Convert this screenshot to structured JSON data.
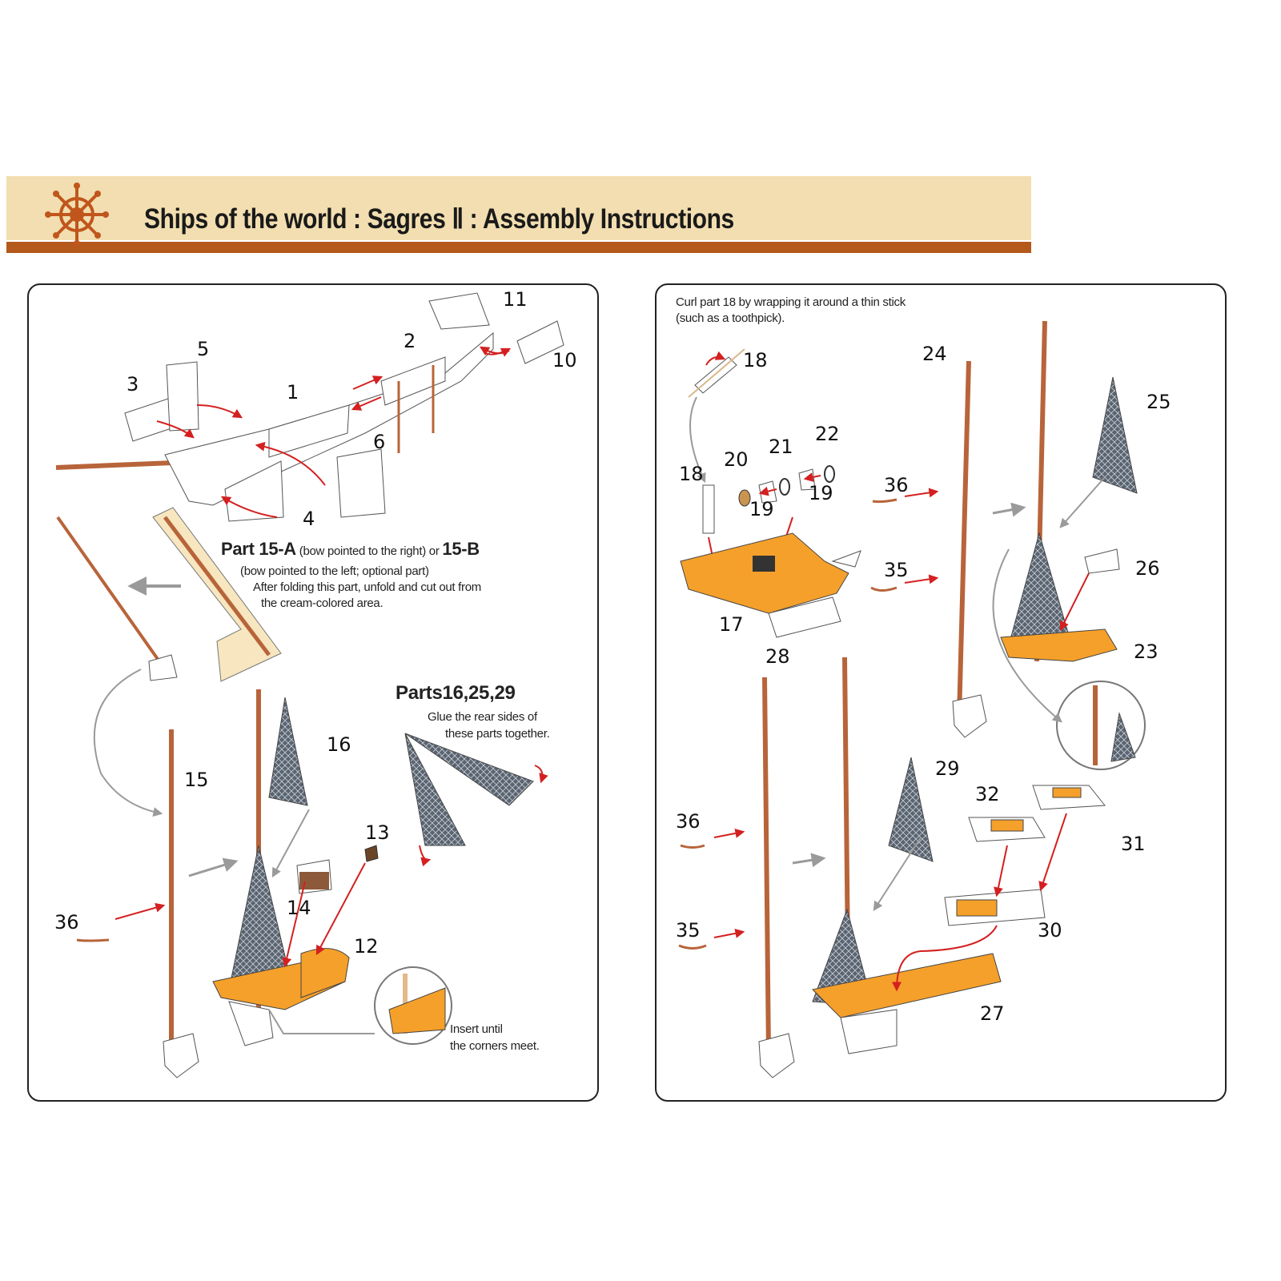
{
  "header": {
    "title": "Ships of the world : Sagres Ⅱ : Assembly Instructions",
    "logo": "ship-wheel-icon",
    "colors": {
      "banner": "#f2deb0",
      "stripe": "#b4581c",
      "accent_orange": "#f5a02a",
      "mast_brown": "#b8643a",
      "arrow_red": "#d42020",
      "arrow_gray": "#9a9a9a"
    }
  },
  "left_panel": {
    "part_labels": [
      "11",
      "10",
      "2",
      "5",
      "1",
      "3",
      "6",
      "4",
      "16",
      "13",
      "15",
      "14",
      "12",
      "36"
    ],
    "part15_note": {
      "prefix": "Part 15-A",
      "paren1": "(bow pointed to the right) or",
      "alt": "15-B",
      "paren2": "(bow pointed to the left; optional part)",
      "line3": "After folding this part, unfold and cut out from",
      "line4": "the cream-colored area."
    },
    "parts_note": {
      "title": "Parts16,25,29",
      "line1": "Glue the rear sides of",
      "line2": "these parts together."
    },
    "insert_note": {
      "line1": "Insert until",
      "line2": "the corners meet."
    }
  },
  "right_panel": {
    "curl_note": {
      "line1": "Curl part 18 by wrapping it around a thin stick",
      "line2": "(such as a toothpick)."
    },
    "part_labels": [
      "18",
      "24",
      "25",
      "22",
      "21",
      "20",
      "18",
      "19",
      "19",
      "36",
      "26",
      "35",
      "17",
      "23",
      "28",
      "29",
      "32",
      "31",
      "36",
      "35",
      "30",
      "27"
    ]
  }
}
